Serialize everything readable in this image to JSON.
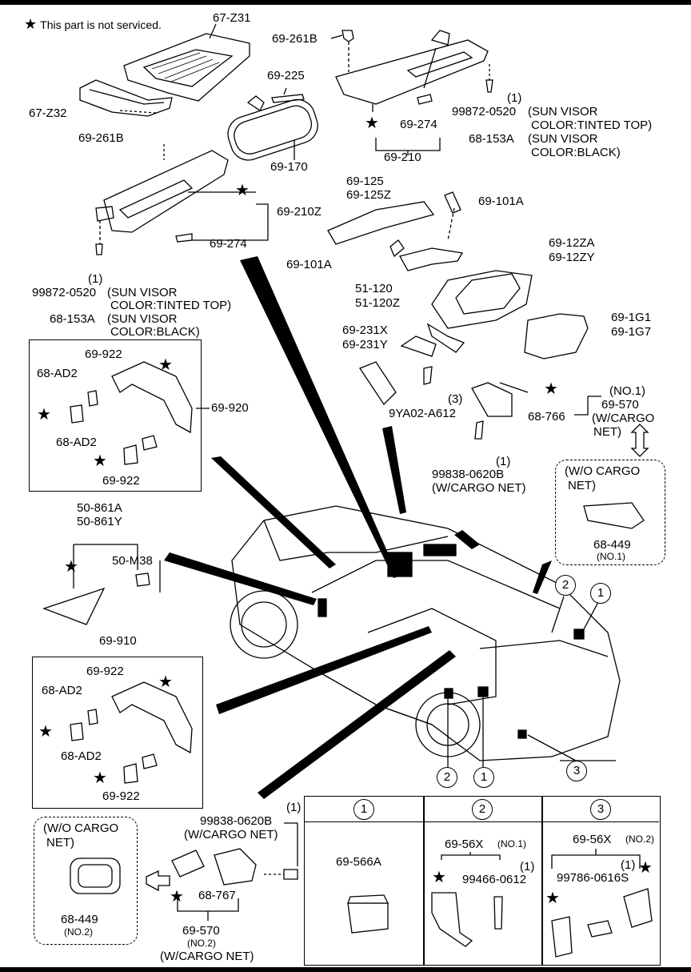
{
  "note": {
    "star": "★",
    "text": "This part is not serviced."
  },
  "labels": {
    "l67z31": "67-Z31",
    "l69261b_top": "69-261B",
    "l67z32": "67-Z32",
    "l69225": "69-225",
    "l69261b_left": "69-261B",
    "l69170": "69-170",
    "l69274_top": "69-274",
    "l69210": "69-210",
    "q1_top": "(1)",
    "p99872_top": "99872-0520",
    "p99872_top_d1": "(SUN VISOR",
    "p99872_top_d2": "COLOR:TINTED TOP)",
    "p68153a_top": "68-153A",
    "p68153a_top_d1": "(SUN VISOR",
    "p68153a_top_d2": "COLOR:BLACK)",
    "l69210z": "69-210Z",
    "l69274_left": "69-274",
    "l69125": "69-125",
    "l69125z": "69-125Z",
    "l69101a_top": "69-101A",
    "l69101a_mid": "69-101A",
    "l51120": "51-120",
    "l51120z": "51-120Z",
    "l6912za": "69-12ZA",
    "l6912zy": "69-12ZY",
    "l691g1": "69-1G1",
    "l691g7": "69-1G7",
    "q1_left": "(1)",
    "p99872_left": "99872-0520",
    "p99872_left_d1": "(SUN VISOR",
    "p99872_left_d2": "COLOR:TINTED TOP)",
    "p68153a_left": "68-153A",
    "p68153a_left_d1": "(SUN VISOR",
    "p68153a_left_d2": "COLOR:BLACK)",
    "l69231x": "69-231X",
    "l69231y": "69-231Y",
    "q3_9ya": "(3)",
    "l9ya02": "9YA02-A612",
    "no1_570": "(NO.1)",
    "l69570": "69-570",
    "wcargo_570a": "(W/CARGO",
    "wcargo_570b": "NET)",
    "l68766": "68-766",
    "q1_99838": "(1)",
    "l99838": "99838-0620B",
    "wcargo_99838": "(W/CARGO NET)",
    "wo_cargo_a": "(W/O CARGO",
    "wo_cargo_b": "NET)",
    "l68449_top": "68-449",
    "no1_449": "(NO.1)",
    "l69922_a": "69-922",
    "l68ad2_a": "68-AD2",
    "l69920": "69-920",
    "l68ad2_b": "68-AD2",
    "l69922_b": "69-922",
    "l50861a": "50-861A",
    "l50861y": "50-861Y",
    "l50m38": "50-M38",
    "l69910": "69-910",
    "l69922_c": "69-922",
    "l68ad2_c": "68-AD2",
    "l68ad2_d": "68-AD2",
    "l69922_d": "69-922",
    "wo_cargo2_a": "(W/O CARGO",
    "wo_cargo2_b": "NET)",
    "l68449_bot": "68-449",
    "no2_449": "(NO.2)",
    "q1_99838b": "(1)",
    "l99838b": "99838-0620B",
    "wcargo_99838b": "(W/CARGO NET)",
    "l68767": "68-767",
    "l69570b": "69-570",
    "no2_570": "(NO.2)",
    "wcargo_570c": "(W/CARGO NET)",
    "l69566a": "69-566A",
    "l6956x_1": "69-56X",
    "no1_56x": "(NO.1)",
    "q1_99466": "(1)",
    "l99466": "99466-0612",
    "l6956x_2": "69-56X",
    "no2_56x": "(NO.2)",
    "l99786": "99786-0616S",
    "q1_99786": "(1)"
  },
  "callouts": {
    "c1_car": "1",
    "c2_car": "2",
    "c3_car": "3",
    "c2_low": "2",
    "c1_low": "1",
    "t1": "1",
    "t2": "2",
    "t3": "3"
  },
  "star": "★"
}
